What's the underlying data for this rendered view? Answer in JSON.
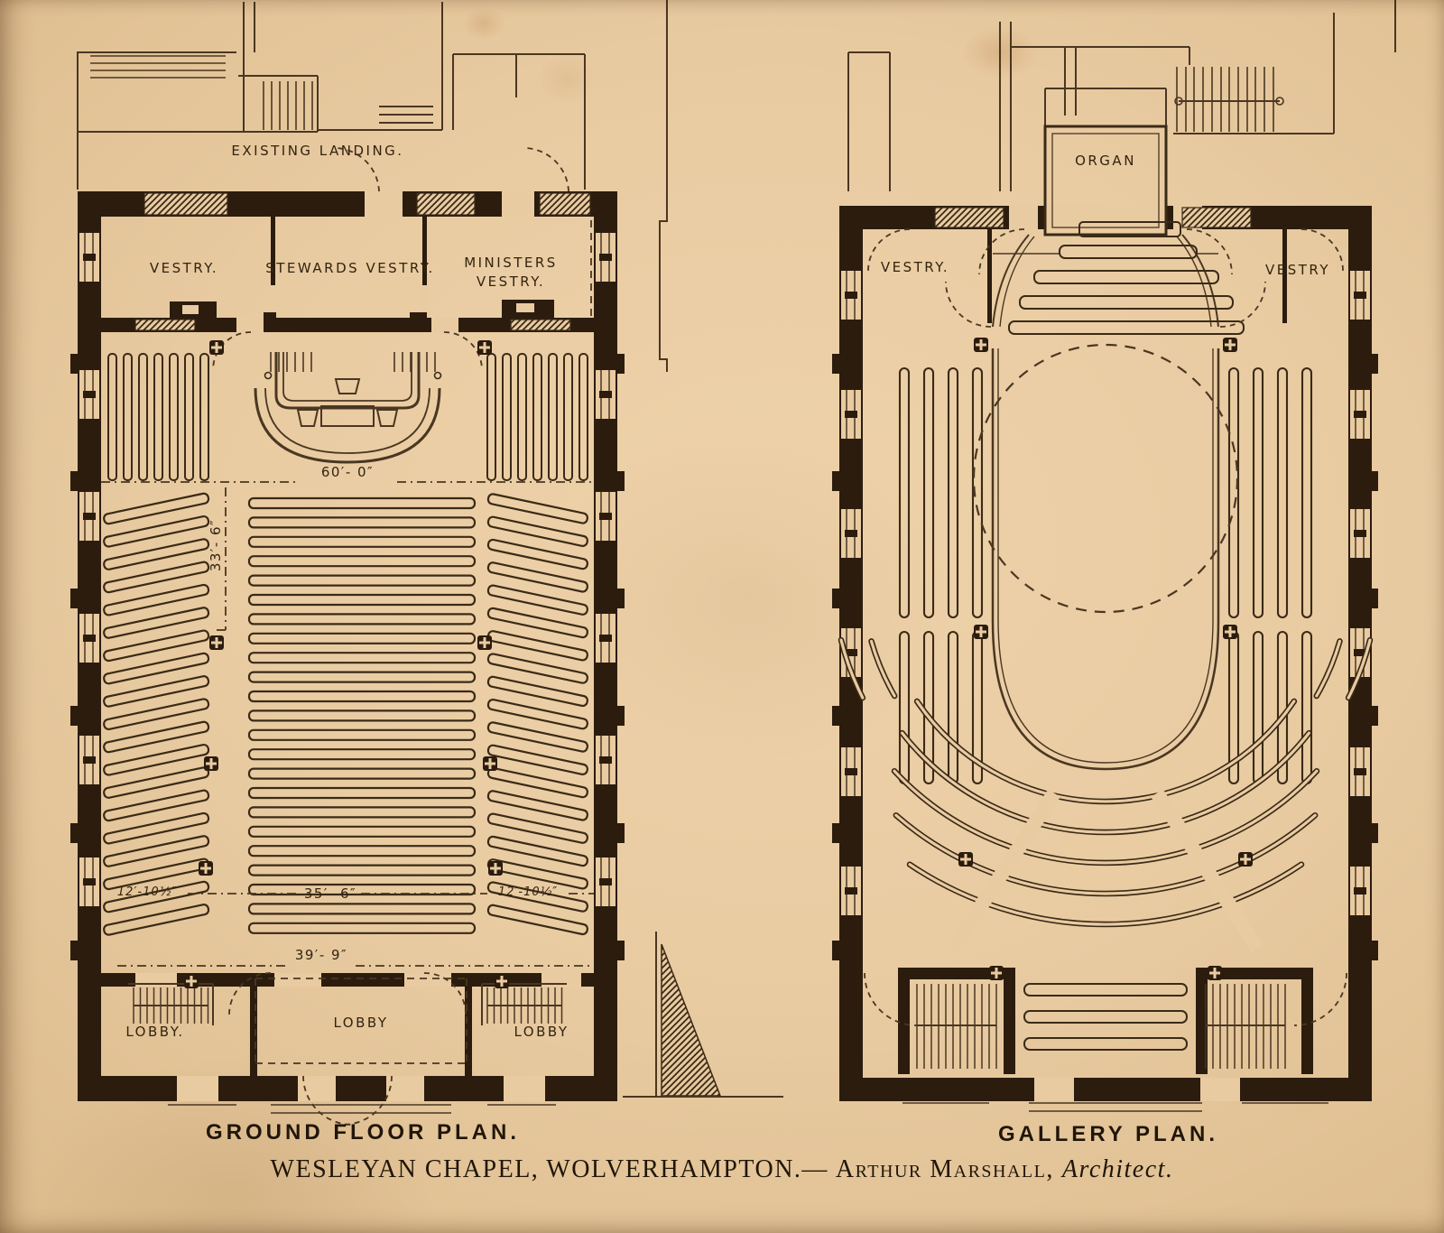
{
  "plate": {
    "title": {
      "main": "WESLEYAN CHAPEL, WOLVERHAMPTON.—",
      "architect": "Arthur Marshall,",
      "role": "Architect."
    },
    "captions": {
      "ground_floor": "GROUND FLOOR PLAN.",
      "gallery": "GALLERY PLAN."
    },
    "ground_floor": {
      "labels": {
        "existing_landing": "EXISTING LANDING.",
        "vestry": "VESTRY.",
        "stewards_vestry": "STEWARDS VESTRY.",
        "ministers_vestry_line1": "MINISTERS",
        "ministers_vestry_line2": "VESTRY.",
        "lobby_left": "LOBBY.",
        "lobby_center": "LOBBY",
        "lobby_right": "LOBBY"
      },
      "dimensions": {
        "main_width": "60′- 0″",
        "side_depth": "33′- 6″",
        "centre_block_width": "35′- 6″",
        "left_block_width": "12′-10½″",
        "right_block_width": "12′-10½″",
        "front_width": "39′- 9″"
      }
    },
    "gallery": {
      "labels": {
        "organ": "ORGAN",
        "vestry_left": "VESTRY.",
        "vestry_right": "VESTRY"
      }
    },
    "colors": {
      "paper": "#e9cba2",
      "ink": "#2b1c0e"
    }
  }
}
